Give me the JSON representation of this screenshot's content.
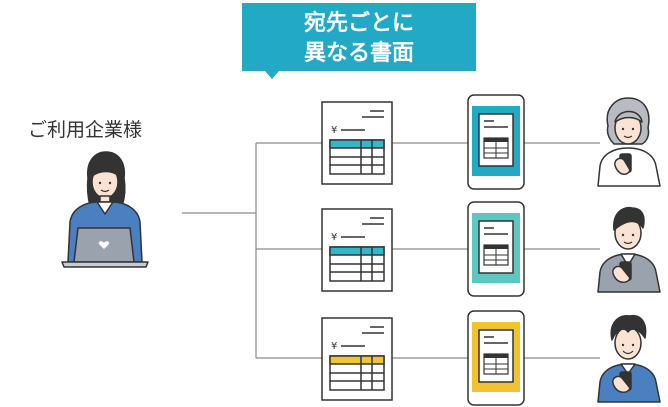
{
  "callout": {
    "line1": "宛先ごとに",
    "line2": "異なる書面",
    "bg_color": "#21a9c6",
    "text_color": "#ffffff"
  },
  "sender": {
    "label": "ご利用企業様",
    "icon": "businesswoman-with-laptop-icon"
  },
  "documents": [
    {
      "currency": "¥",
      "accent_color": "#35b7c9",
      "icon": "invoice-document-icon"
    },
    {
      "currency": "¥",
      "accent_color": "#35b7c9",
      "icon": "invoice-document-icon"
    },
    {
      "currency": "¥",
      "accent_color": "#f0c531",
      "icon": "invoice-document-icon"
    }
  ],
  "phones": [
    {
      "screen_color": "#21a9c6",
      "icon": "smartphone-document-icon"
    },
    {
      "screen_color": "#5cc8c1",
      "icon": "smartphone-document-icon"
    },
    {
      "screen_color": "#f2c230",
      "icon": "smartphone-document-icon"
    }
  ],
  "recipients": [
    {
      "icon": "older-woman-with-phone-icon"
    },
    {
      "icon": "man-with-phone-icon"
    },
    {
      "icon": "young-man-with-phone-icon"
    }
  ],
  "colors": {
    "line": "#8a8a8a",
    "outline": "#333333",
    "skin": "#fbe3d3",
    "suit_blue": "#4a7fc0"
  }
}
